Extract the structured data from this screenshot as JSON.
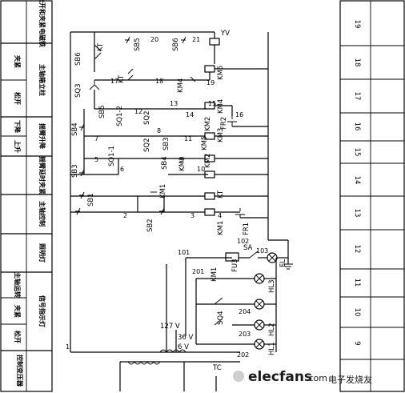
{
  "left_table": {
    "sections": [
      {
        "title": "控制变压器",
        "subs": []
      },
      {
        "title": "信号指示灯",
        "subs": [
          "松开",
          "夹紧",
          "主轴运转"
        ]
      },
      {
        "title": "照明灯",
        "subs": []
      },
      {
        "title": "主轴控制",
        "subs": []
      },
      {
        "title": "摇臂延时夹紧",
        "subs": []
      },
      {
        "title": "摇臂升降",
        "subs": [
          "上升",
          "下降"
        ]
      },
      {
        "title": "主轴箱立柱",
        "subs": [
          "松开",
          "夹紧"
        ]
      },
      {
        "title": "松开和夹紧电磁铁",
        "subs": []
      }
    ]
  },
  "right_strip": {
    "columns": [
      "9",
      "10",
      "11",
      "12",
      "13",
      "14",
      "15",
      "16",
      "17",
      "18",
      "19"
    ]
  },
  "labels": {
    "sb1": "SB1",
    "sb2": "SB2",
    "sb3": "SB3",
    "sb3b": "SB3",
    "sb4": "SB4",
    "sb4b": "SB4",
    "sb5": "SB5",
    "sb5b": "SB5",
    "sb6": "SB6",
    "sb6b": "SB6",
    "sq1_1": "SQ1-1",
    "sq1_2": "SQ1-2",
    "sq2": "SQ2",
    "sq2b": "SQ2",
    "sq3": "SQ3",
    "sq4": "SQ4",
    "kt": "KT",
    "ktb": "KT",
    "ktc": "KT",
    "km1": "KM1",
    "km1b": "KM1",
    "km1c": "KM1",
    "km2": "KM2",
    "km2b": "KM2",
    "km3": "KM3",
    "km3b": "KM3",
    "km4": "KM4",
    "km4b": "KM4",
    "km5": "KM5",
    "km5b": "KM5",
    "fr1": "FR1",
    "fr2": "FR2",
    "yv": "YV",
    "tc": "TC",
    "fu3": "FU3",
    "sa": "SA",
    "el": "EL",
    "hl1": "HL1",
    "hl2": "HL2",
    "hl3": "HL3",
    "v127": "127 V",
    "v36": "36 V",
    "v6": "6 V",
    "n1": "1",
    "n2": "2",
    "n3": "3",
    "n4": "4",
    "n5": "5",
    "n6": "6",
    "n7": "7",
    "n8": "8",
    "n9": "9",
    "n10": "10",
    "n11": "11",
    "n12": "12",
    "n13": "13",
    "n14": "14",
    "n15": "15",
    "n16": "16",
    "n17": "17",
    "n18": "18",
    "n19": "19",
    "n20": "20",
    "n21": "21",
    "n101": "101",
    "n102": "102",
    "n103": "103",
    "n201": "201",
    "n202": "202",
    "n203": "203",
    "n204": "204"
  },
  "watermark": {
    "brand": "elecfans",
    "dotcom": ".com",
    "cn": "电子发烧友"
  }
}
